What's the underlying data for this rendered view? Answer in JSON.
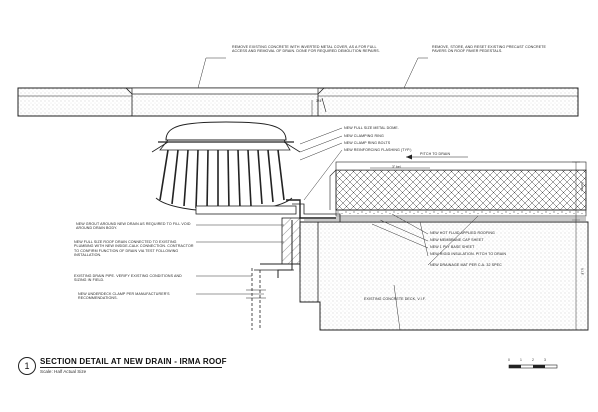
{
  "notes": {
    "top_left": "Remove existing concrete with inverted metal cover, as a for full access and removal of drain. Done for required demolition repairs.",
    "top_right": "Remove, store, and reset existing precast concrete pavers on roof paver pedestals.",
    "dim_top": "3/4\"",
    "dome": "New full size metal dome.",
    "clamp_ring": "New clamping ring",
    "clamp_bolts": "New clamp ring bolts",
    "flashing": "New reinforcing flashing (typ.)",
    "pitch_to_drain": "Pitch to drain",
    "neutral_left": "New grout around new drain as required to fill void around drain body.",
    "roof_drain": "New full size roof drain connected to existing plumbing with new inside-calk connection. Contractor to confirm function of drain via test following installation.",
    "existing_pipe": "Existing drain pipe. Verify existing conditions and sizing in field.",
    "manufacturer": "New underdeck clamp per manufacturer's recommendations.",
    "membrane": "New hot fluid applied roofing",
    "cap_sheet": "New membrane cap sheet",
    "base_sheet": "New 1 ply base sheet",
    "insulation": "New rigid insulation. Pitch to drain",
    "drainage": "New drainage mat per c.a. 32 spec",
    "deck": "Existing concrete deck, v.i.f.",
    "dim_varies": "Varies",
    "dim_vif": "V.I.F.",
    "dim_bel": "3\" bel"
  },
  "title": {
    "number": "1",
    "text": "SECTION DETAIL AT NEW DRAIN - IRMA ROOF",
    "scale": "Scale: Half Actual Size"
  },
  "scalebar": {
    "labels": [
      "0",
      "1",
      "2",
      "3"
    ]
  }
}
